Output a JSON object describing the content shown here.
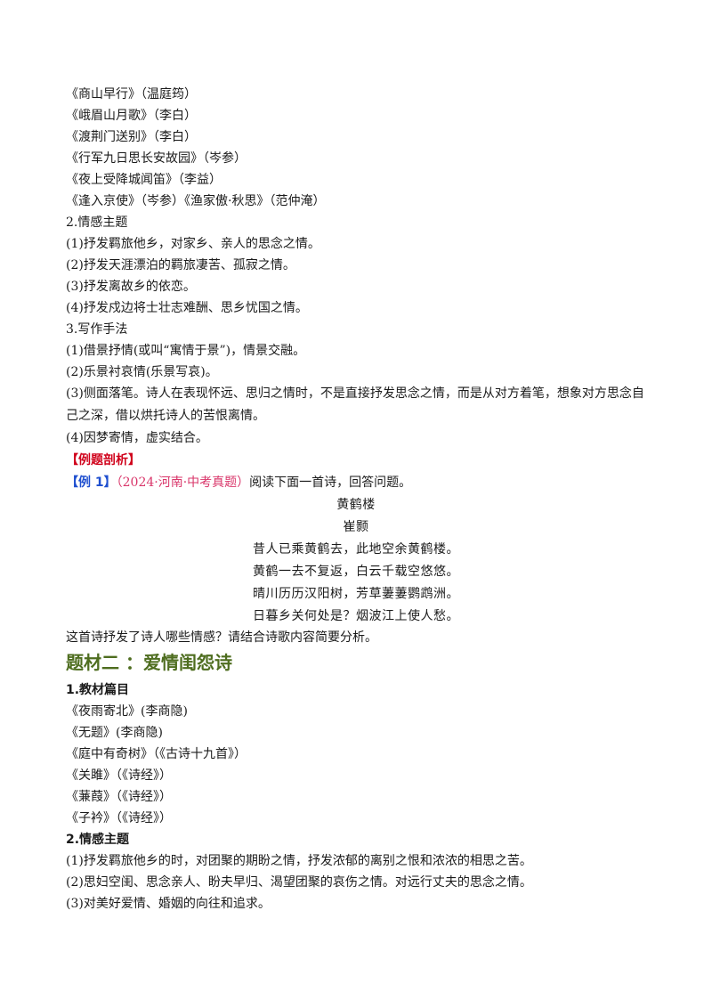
{
  "section1": {
    "works": [
      "《商山早行》（温庭筠）",
      "《峨眉山月歌》（李白）",
      "《渡荆门送别》（李白）",
      "《行军九日思长安故园》（岑参）",
      "《夜上受降城闻笛》（李益）",
      "《逢入京使》（岑参）《渔家傲·秋思》（范仲淹）"
    ],
    "emotion_heading": "2.情感主题",
    "emotions": [
      "(1)抒发羁旅他乡，对家乡、亲人的思念之情。",
      "(2)抒发天涯漂泊的羁旅凄苦、孤寂之情。",
      "(3)抒发离故乡的依恋。",
      "(4)抒发戍边将士壮志难酬、思乡忧国之情。"
    ],
    "technique_heading": "3.写作手法",
    "techniques": [
      "(1)借景抒情(或叫“寓情于景”)，情景交融。",
      "(2)乐景衬哀情(乐景写哀)。",
      "(3)侧面落笔。诗人在表现怀远、思归之情时，不是直接抒发思念之情，而是从对方着笔，想象对方思念自己之深，借以烘托诗人的苦恨离情。",
      "(4)因梦寄情，虚实结合。"
    ]
  },
  "example": {
    "section_label": "【例题剖析】",
    "label": "【例 1】",
    "source": "（2024·河南·中考真题）",
    "prompt": "阅读下面一首诗，回答问题。",
    "poem_title": "黄鹤楼",
    "poem_author": "崔颢",
    "poem_lines": [
      "昔人已乘黄鹤去，此地空余黄鹤楼。",
      "黄鹤一去不复返，白云千载空悠悠。",
      "晴川历历汉阳树，芳草萋萋鹦鹉洲。",
      "日暮乡关何处是？烟波江上使人愁。"
    ],
    "question": "这首诗抒发了诗人哪些情感？请结合诗歌内容简要分析。"
  },
  "section2": {
    "title": "题材二 ：爱情闺怨诗",
    "works_heading": "1.教材篇目",
    "works": [
      "《夜雨寄北》(李商隐)",
      "《无题》(李商隐)",
      "《庭中有奇树》（《古诗十九首》）",
      "《关雎》（《诗经》）",
      "《蒹葭》（《诗经》）",
      "《子衿》（《诗经》）"
    ],
    "emotion_heading": "2.情感主题",
    "emotions": [
      "(1)抒发羁旅他乡的时，对团聚的期盼之情，抒发浓郁的离别之恨和浓浓的相思之苦。",
      "(2)思妇空闺、思念亲人、盼夫早归、渴望团聚的哀伤之情。对远行丈夫的思念之情。",
      "(3)对美好爱情、婚姻的向往和追求。"
    ]
  }
}
